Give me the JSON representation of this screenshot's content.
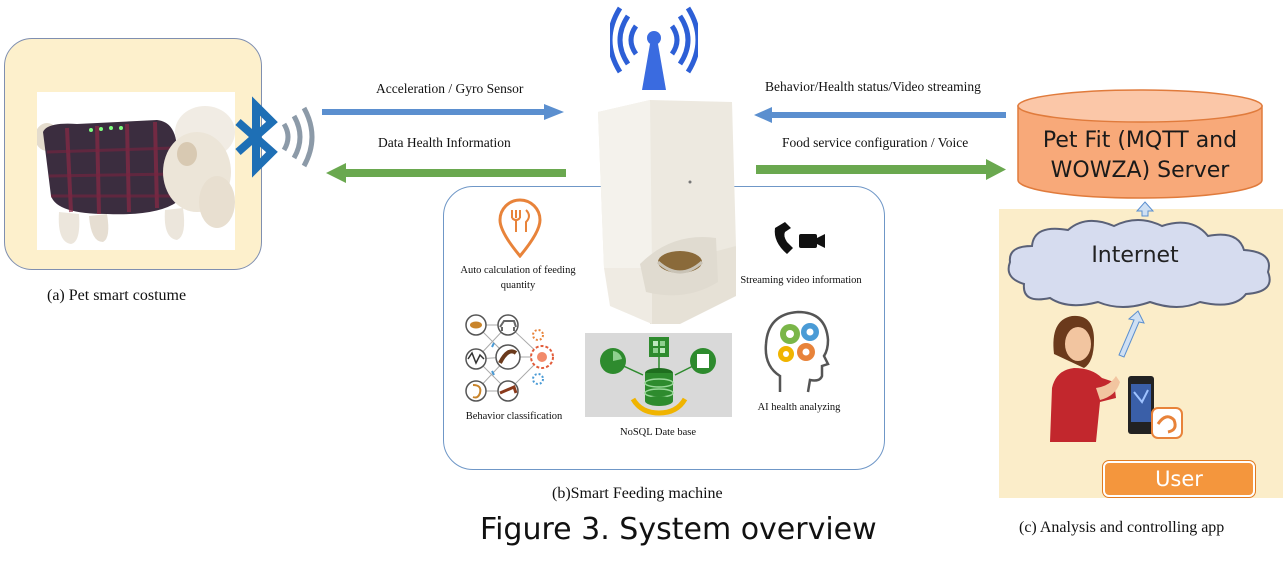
{
  "arrows": {
    "accel_label": "Acceleration / Gyro Sensor",
    "health_label": "Data Health Information",
    "behavior_label": "Behavior/Health status/Video streaming",
    "food_label": "Food service configuration / Voice"
  },
  "features": {
    "feeding_quantity": "Auto calculation of feeding quantity",
    "streaming_video": "Streaming video information",
    "behavior_classification": "Behavior classification",
    "nosql": "NoSQL Date base",
    "ai_health": "AI health analyzing"
  },
  "server": {
    "label": "Pet Fit (MQTT and WOWZA) Server"
  },
  "cloud": {
    "label": "Internet"
  },
  "user": {
    "label": "User"
  },
  "captions": {
    "costume": "(a) Pet smart costume",
    "feeder": "(b)Smart Feeding machine",
    "app": "(c) Analysis and controlling app",
    "figure": "Figure 3. System overview"
  },
  "colors": {
    "blue_arrow": "#5b8fcf",
    "green_arrow": "#6aa84f",
    "server_fill": "#f8a979",
    "costume_bg": "#fdf0cc",
    "app_bg": "#fbedc9",
    "user_button": "#f4963d",
    "bluetooth": "#1e6fb5"
  }
}
